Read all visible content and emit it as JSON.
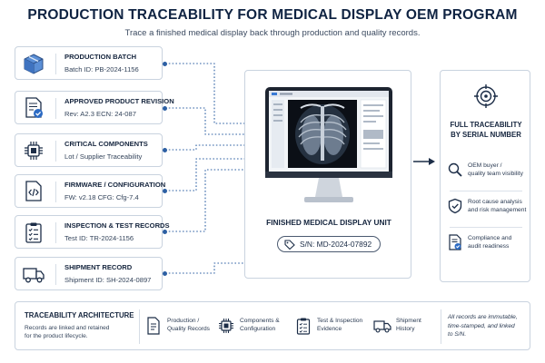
{
  "header": {
    "title": "PRODUCTION TRACEABILITY FOR MEDICAL DISPLAY OEM PROGRAM",
    "subtitle": "Trace a finished medical display back through production and quality records."
  },
  "records": [
    {
      "icon": "box-icon",
      "title": "PRODUCTION BATCH",
      "detail": "Batch ID: PB-2024-1156"
    },
    {
      "icon": "document-check-icon",
      "title": "APPROVED PRODUCT REVISION",
      "detail": "Rev: A2.3   ECN: 24-087"
    },
    {
      "icon": "chip-icon",
      "title": "CRITICAL COMPONENTS",
      "detail": "Lot / Supplier Traceability"
    },
    {
      "icon": "code-file-icon",
      "title": "FIRMWARE / CONFIGURATION",
      "detail": "FW: v2.18   CFG: Cfg-7.4"
    },
    {
      "icon": "clipboard-checklist-icon",
      "title": "INSPECTION & TEST RECORDS",
      "detail": "Test ID: TR-2024-1156"
    },
    {
      "icon": "truck-icon",
      "title": "SHIPMENT RECORD",
      "detail": "Shipment ID: SH-2024-0897"
    }
  ],
  "unit": {
    "label": "FINISHED MEDICAL DISPLAY UNIT",
    "serial": "S/N: MD-2024-07892"
  },
  "traceability": {
    "title_line1": "FULL TRACEABILITY",
    "title_line2": "BY SERIAL NUMBER",
    "items": [
      {
        "icon": "magnifier-icon",
        "line1": "OEM buyer /",
        "line2": "quality team visibility"
      },
      {
        "icon": "shield-check-icon",
        "line1": "Root cause analysis",
        "line2": "and risk management"
      },
      {
        "icon": "document-check-icon",
        "line1": "Compliance and",
        "line2": "audit readiness"
      }
    ]
  },
  "architecture": {
    "title": "TRACEABILITY ARCHITECTURE",
    "desc_line1": "Records are linked and retained",
    "desc_line2": "for the product lifecycle.",
    "items": [
      {
        "icon": "document-icon",
        "line1": "Production /",
        "line2": "Quality Records"
      },
      {
        "icon": "chip-icon",
        "line1": "Components &",
        "line2": "Configuration"
      },
      {
        "icon": "clipboard-checklist-icon",
        "line1": "Test & Inspection",
        "line2": "Evidence"
      },
      {
        "icon": "truck-icon",
        "line1": "Shipment",
        "line2": "History"
      }
    ],
    "note_line1": "All records are immutable,",
    "note_line2": "time-stamped, and linked",
    "note_line3": "to S/N."
  },
  "colors": {
    "accent": "#2c5fa3",
    "dark": "#1c2d47",
    "border": "#c9d3df"
  }
}
